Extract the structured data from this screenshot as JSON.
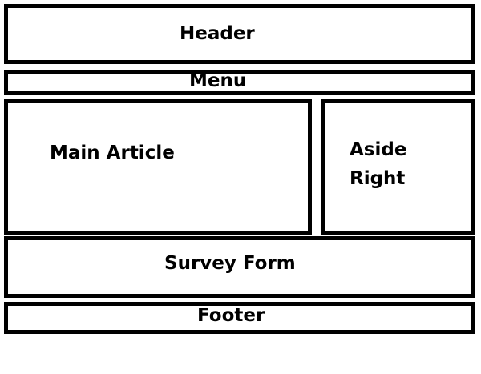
{
  "diagram": {
    "header": {
      "label": "Header"
    },
    "menu": {
      "label": "Menu"
    },
    "main_article": {
      "label": "Main Article"
    },
    "aside": {
      "line1": "Aside",
      "line2": "Right"
    },
    "survey_form": {
      "label": "Survey Form"
    },
    "footer": {
      "label": "Footer"
    }
  },
  "colors": {
    "border": "#000000",
    "background": "#ffffff"
  }
}
